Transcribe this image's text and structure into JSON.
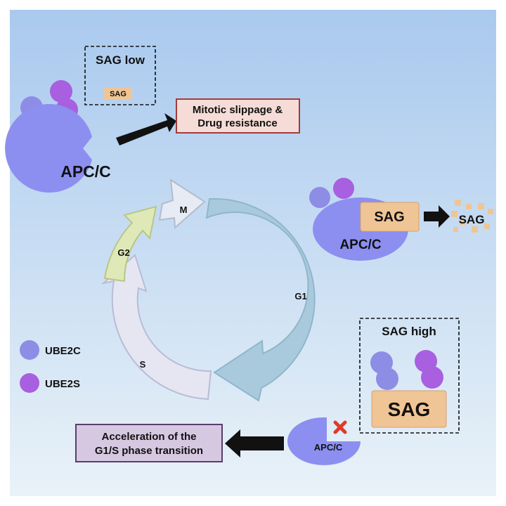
{
  "colors": {
    "bg_top": "#a9c9ee",
    "bg_bottom": "#e9f2f8",
    "apc": "#8c8ff0",
    "ube2c": "#8d8de6",
    "ube2s": "#a85fe0",
    "sag_box": "#f0c595",
    "phase_m": "#e6ebf4",
    "phase_g2": "#dfe9b8",
    "phase_g1": "#a9cadc",
    "phase_s": "#e5e6f2",
    "slippage_box": "#f6dcd7",
    "slippage_border": "#a23c3c",
    "accel_box": "#d7c8e2",
    "accel_border": "#5a3d6d",
    "cross": "#e03a2a"
  },
  "top_left": {
    "sag_low_title": "SAG low",
    "sag_label": "SAG",
    "apc_label": "APC/C",
    "outcome_line1": "Mitotic slippage &",
    "outcome_line2": "Drug resistance"
  },
  "right_middle": {
    "sag_label": "SAG",
    "apc_label": "APC/C",
    "degraded_label": "SAG"
  },
  "bottom_right": {
    "sag_high_title": "SAG high",
    "sag_label": "SAG",
    "apc_label": "APC/C",
    "inhibit_icon": "red-x-icon"
  },
  "bottom_left": {
    "outcome_line1": "Acceleration of the",
    "outcome_line2": "G1/S phase transition"
  },
  "legend": [
    {
      "label": "UBE2C"
    },
    {
      "label": "UBE2S"
    }
  ],
  "cycle": {
    "m": "M",
    "g1": "G1",
    "s": "S",
    "g2": "G2"
  }
}
